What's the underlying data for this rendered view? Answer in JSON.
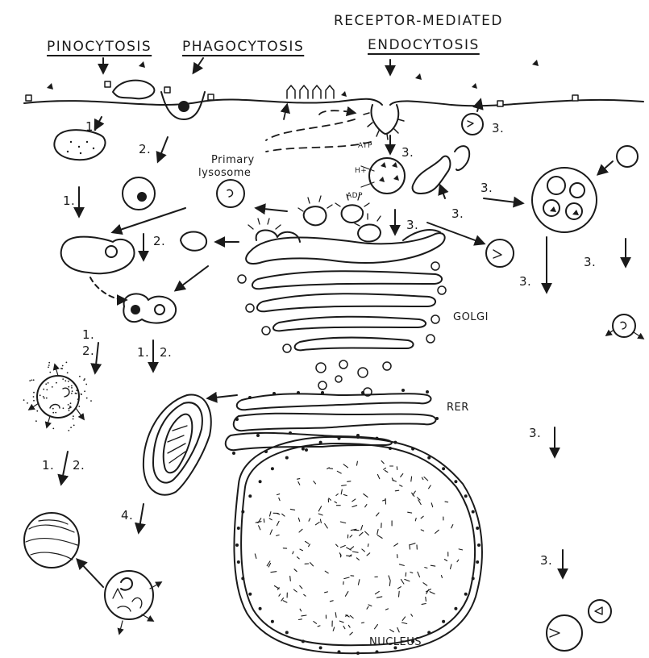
{
  "headings": {
    "pinocytosis": "PINOCYTOSIS",
    "phagocytosis": "PHAGOCYTOSIS",
    "receptor_line1": "RECEPTOR-MEDIATED",
    "receptor_line2": "ENDOCYTOSIS"
  },
  "labels": {
    "primary_lysosome_line1": "Primary",
    "primary_lysosome_line2": "lysosome",
    "golgi": "GOLGI",
    "rer": "RER",
    "nucleus": "NUCLEUS",
    "atp": "ATP",
    "adp": "ADP",
    "h_plus": "H+"
  },
  "steps": {
    "s1": "1.",
    "s2": "2.",
    "s3": "3.",
    "s4": "4.",
    "s12_top": "1.",
    "s12_bottom": "2.",
    "s1_2": "1.",
    "s2_2": "2."
  }
}
